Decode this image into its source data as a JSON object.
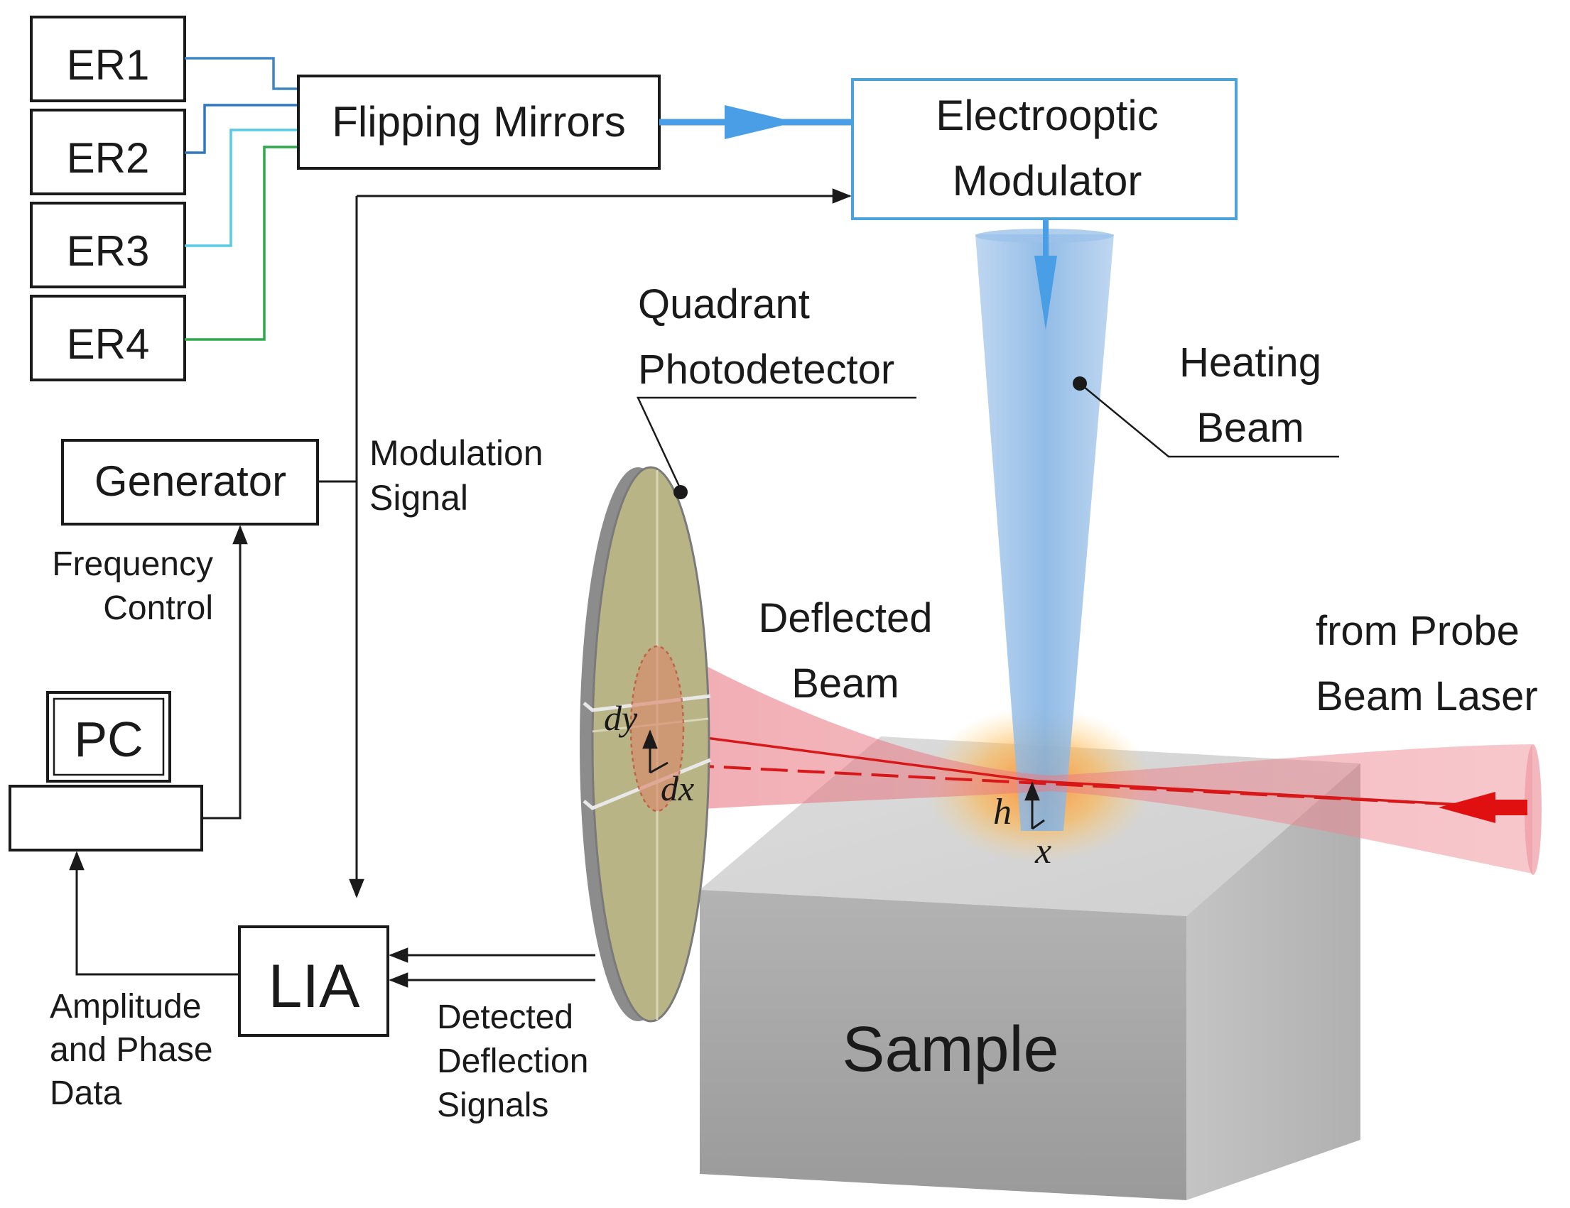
{
  "laser_sources": [
    {
      "label": "ER1",
      "wire_color": "#3d86c6"
    },
    {
      "label": "ER2",
      "wire_color": "#2f78c0"
    },
    {
      "label": "ER3",
      "wire_color": "#58c9e6"
    },
    {
      "label": "ER4",
      "wire_color": "#2ea84a"
    }
  ],
  "boxes": {
    "flipping_mirrors": "Flipping Mirrors",
    "eom_line1": "Electrooptic",
    "eom_line2": "Modulator",
    "generator": "Generator",
    "pc": "PC",
    "lia": "LIA",
    "sample": "Sample"
  },
  "labels": {
    "quadrant_line1": "Quadrant",
    "quadrant_line2": "Photodetector",
    "heating_line1": "Heating",
    "heating_line2": "Beam",
    "modulation_line1": "Modulation",
    "modulation_line2": "Signal",
    "frequency_line1": "Frequency",
    "frequency_line2": "Control",
    "deflected_line1": "Deflected",
    "deflected_line2": "Beam",
    "probe_line1": "from Probe",
    "probe_line2": "Beam Laser",
    "amplitude_line1": "Amplitude",
    "amplitude_line2": "and Phase",
    "amplitude_line3": "Data",
    "detected_line1": "Detected",
    "detected_line2": "Deflection",
    "detected_line3": "Signals"
  },
  "symbols": {
    "dy": "dy",
    "dx": "dx",
    "h": "h",
    "x": "x"
  },
  "colors": {
    "heating_beam": "#8fb9e6",
    "eom_border": "#4aa3d8",
    "probe_beam": "#e8707a",
    "probe_axis": "#d81818",
    "hot_spot": "#ffb347",
    "detector_face": "#b9b485",
    "sample_front": "#a8a8a8",
    "sample_top": "#d6d6d6"
  }
}
